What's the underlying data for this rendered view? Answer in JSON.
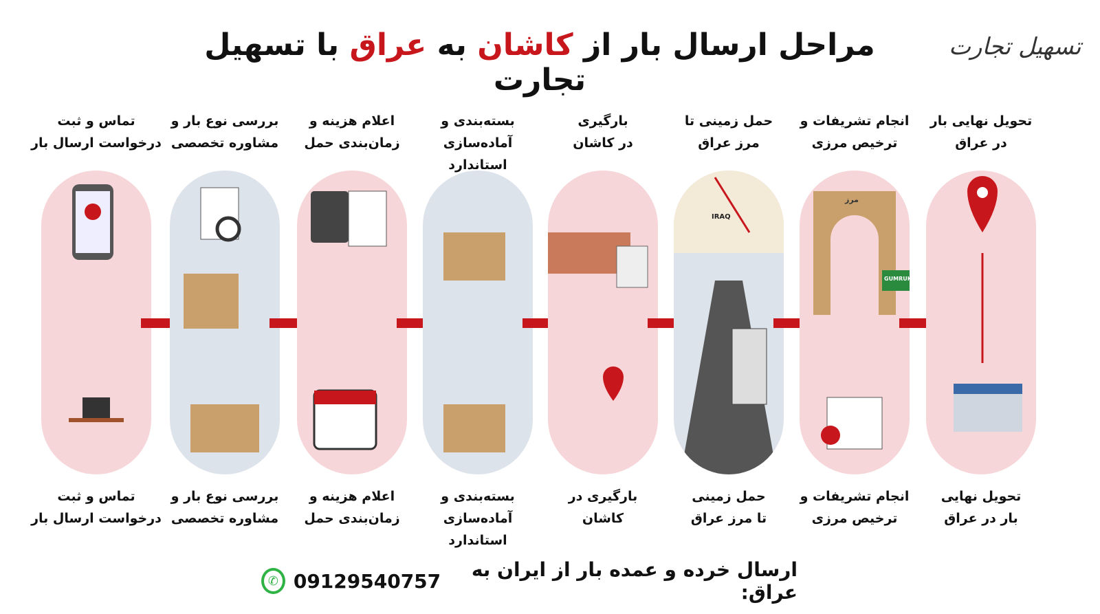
{
  "header": {
    "title_part1": "مراحل ارسال بار از ",
    "title_kashan": "کاشان",
    "title_part2": " به ",
    "title_iraq": "عراق",
    "title_part3": " با تسهیل تجارت",
    "logo_text": "تسهیل تجارت"
  },
  "steps": [
    {
      "top": [
        "تماس و ثبت",
        "درخواست ارسال بار"
      ],
      "bottom": [
        "تماس و ثبت",
        "درخواست ارسال بار"
      ],
      "icon": "phone-call-icon"
    },
    {
      "top": [
        "بررسی نوع بار و",
        "مشاوره تخصصی"
      ],
      "bottom": [
        "بررسی نوع بار و",
        "مشاوره تخصصی"
      ],
      "icon": "document-search-icon"
    },
    {
      "top": [
        "اعلام هزینه و",
        "زمان‌بندی حمل"
      ],
      "bottom": [
        "اعلام هزینه و",
        "زمان‌بندی حمل"
      ],
      "icon": "calculator-icon"
    },
    {
      "top": [
        "بسته‌بندی و",
        "آماده‌سازی استاندارد"
      ],
      "bottom": [
        "بسته‌بندی و",
        "آماده‌سازی استاندارد"
      ],
      "icon": "boxes-icon"
    },
    {
      "top": [
        "بارگیری",
        "در کاشان"
      ],
      "bottom": [
        "بارگیری در",
        "کاشان"
      ],
      "icon": "truck-loading-icon"
    },
    {
      "top": [
        "حمل زمینی تا",
        "مرز عراق"
      ],
      "bottom": [
        "حمل زمینی",
        "تا مرز عراق"
      ],
      "icon": "highway-truck-icon",
      "map_label": "IRAQ"
    },
    {
      "top": [
        "انجام تشریفات و",
        "ترخیص مرزی"
      ],
      "bottom": [
        "انجام تشریفات و",
        "ترخیص مرزی"
      ],
      "icon": "border-gate-icon",
      "gate_label": "مرز",
      "sign_label": "GUMRUK"
    },
    {
      "top": [
        "تحویل نهایی بار",
        "در عراق"
      ],
      "bottom": [
        "تحویل نهایی",
        "بار در عراق"
      ],
      "icon": "location-pin-icon"
    }
  ],
  "footer": {
    "text": "ارسال خرده و عمده بار از ایران به عراق:",
    "phone": "09129540757",
    "icon": "whatsapp-icon"
  },
  "colors": {
    "accent": "#c8161d",
    "pill": "#f6d6d8",
    "whatsapp": "#2fb344"
  }
}
